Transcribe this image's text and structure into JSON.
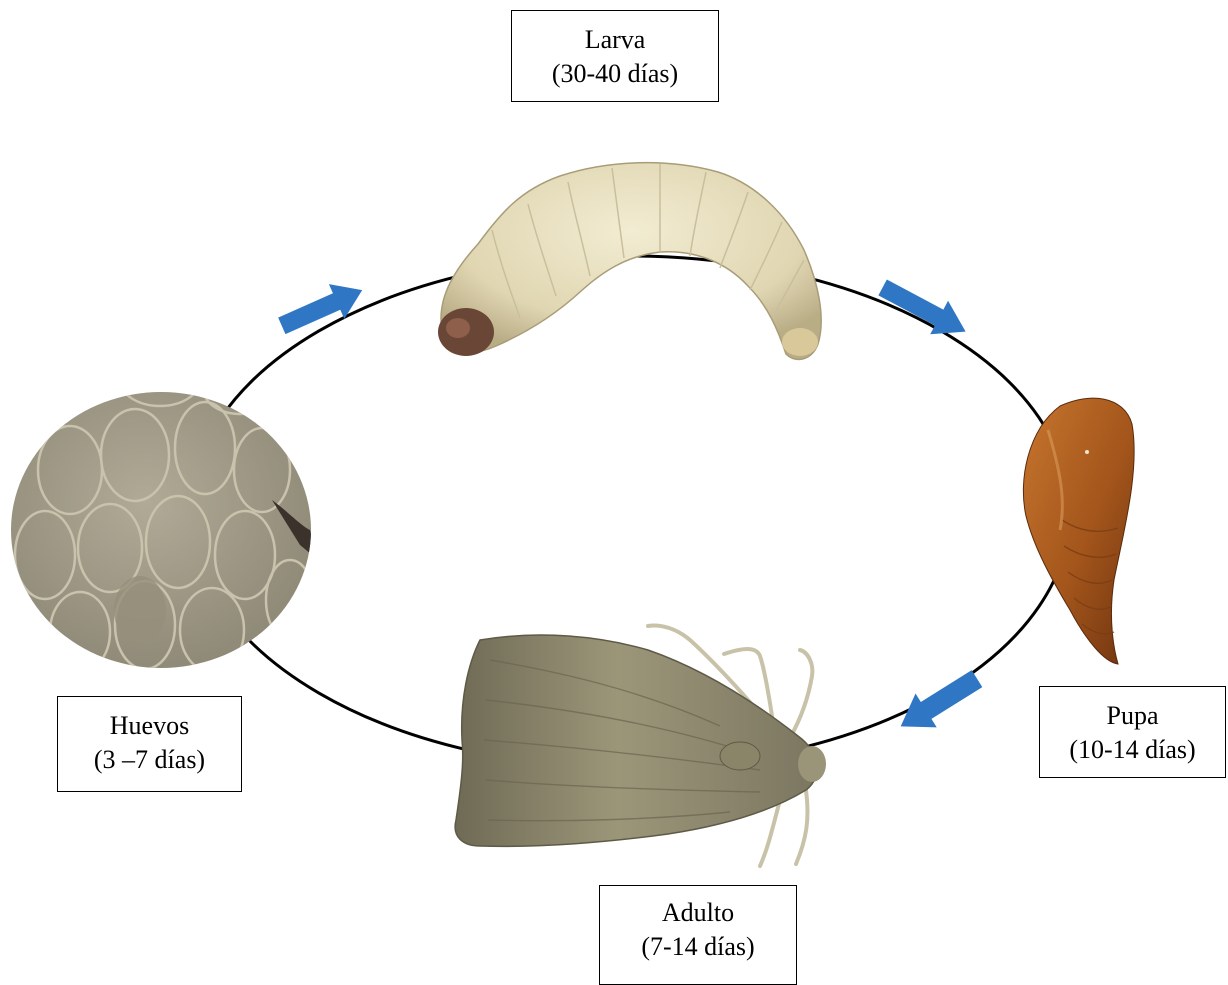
{
  "diagram": {
    "stages": [
      {
        "id": "larva",
        "name": "Larva",
        "duration": "(30-40 días)"
      },
      {
        "id": "pupa",
        "name": "Pupa",
        "duration": "(10-14 días)"
      },
      {
        "id": "adulto",
        "name": "Adulto",
        "duration": "(7-14 días)"
      },
      {
        "id": "huevos",
        "name": "Huevos",
        "duration": "(3 –7 días)"
      }
    ],
    "colors": {
      "cycle_line": "#000000",
      "arrow": "#2f77c4",
      "larva": "#e6dfbf",
      "pupa": "#a8581b",
      "adult": "#8b8568",
      "eggs": "#a09a88"
    },
    "icons": {
      "larva": "caterpillar-illustration",
      "pupa": "pupa-illustration",
      "adult": "moth-illustration",
      "eggs": "egg-cluster-illustration"
    }
  }
}
